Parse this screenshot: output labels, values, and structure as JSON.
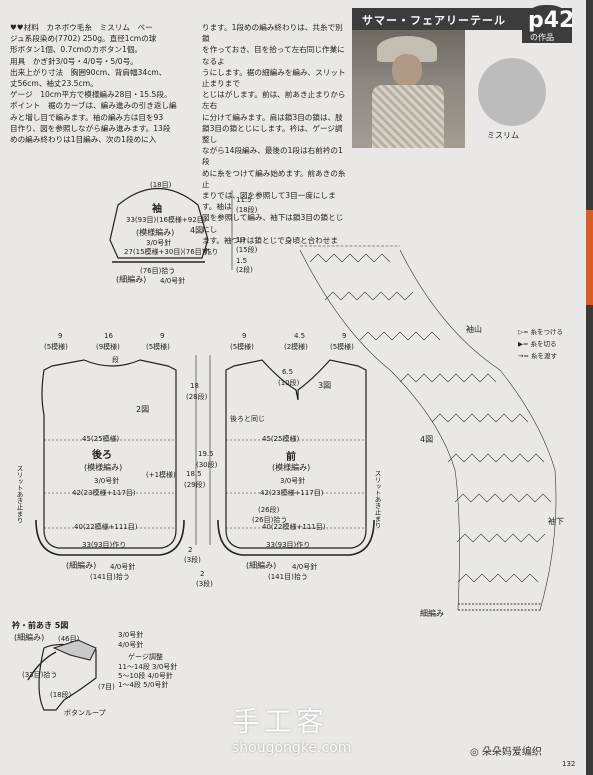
{
  "header": {
    "title": "サマー・フェアリーテール",
    "page_ref": "p42",
    "page_ref_suffix": "の作品"
  },
  "swatch_label": "ミスリム",
  "materials": [
    "♥♥材料　カネボウ毛糸　ミスリム　ベー",
    "ジュ系段染め(7702) 250g。直径1cmの球",
    "形ボタン1個、0.7cmのカボタン1個。",
    "用具　かぎ針3/0号・4/0号・5/0号。",
    "出来上がり寸法　胸囲90cm、背肩幅34cm、",
    "丈56cm、袖丈23.5cm。",
    "ゲージ　10cm平方で模様編み28目・15.5段。",
    "ポイント　裾のカーブは、編み進みの引き返し編",
    "みと増し目で編みます。袖の編み方は目を93",
    "目作り、図を参照しながら編み進みます。13段",
    "めの編み終わりは1目編み、次の1段めに入"
  ],
  "instructions": [
    "ります。1段めの編み終わりは、共糸で別鎖",
    "を作っておき、目を拾って左右同じ作業になるよ",
    "うにします。裾の細編みを編み、スリット止まりまで",
    "とじはがします。前は、前あき止まりから左右",
    "に分けて編みます。肩は鎖3目の鎖は、肢",
    "鎖3目の鎖とじにします。衿は、ゲージ調整し",
    "ながら14段編み、最後の1段は右前衿の1段",
    "めに糸をつけて編み始めます。前あきの糸止",
    "まりでは、図を参照して3目一度にします。袖は",
    "図を参照して編み、袖下は鎖3目の鎖とじにし",
    "ます。袖つけは鎖とじで身頃と合わせます。"
  ],
  "sleeve": {
    "title": "袖",
    "pattern": "(模様編み)",
    "needle": "3/0号針",
    "hem": "(細編み)",
    "hem_needle": "4/0号針",
    "fig": "4図",
    "top": "(18目)",
    "width1": "33(93目)(16模様+92目)",
    "width2": "27(15模様+30目)(76目)作り",
    "sleeve_hem": "(76目)拾う",
    "cap": "11.5",
    "cap_rows": "(18段)",
    "body": "10",
    "body_rows": "(15段)",
    "hem_h": "1.5",
    "hem_rows": "(2段)"
  },
  "back": {
    "title": "後ろ",
    "pattern": "(模様編み)",
    "needle": "3/0号針",
    "hem": "(細編み)",
    "hem_needle": "4/0号針",
    "hem_count": "(141目)拾う",
    "fig": "2図",
    "top_left": "9",
    "top_mid": "16",
    "top_right": "9",
    "top_mid_sub": "(9模様)",
    "shoulder_sub": "(5模様)",
    "chest": "45(25模様)",
    "waist": "42(23模様+117目)",
    "lower": "40(22模様+111目)",
    "bottom": "33(93目)作り",
    "plus_mark": "(+1模様)",
    "slit_label": "スリットあき止まり",
    "h1": "18",
    "h1_rows": "(28段)",
    "h2": "18.5",
    "h2_rows": "(29段)",
    "hem_h": "2",
    "hem_rows": "(3段)",
    "row_mark": "段"
  },
  "front": {
    "title": "前",
    "pattern": "(模様編み)",
    "needle": "3/0号針",
    "hem": "(細編み)",
    "hem_needle": "4/0号針",
    "hem_count": "(141目)拾う",
    "fig": "3図",
    "top_left": "9",
    "top_mid": "4.5",
    "top_right": "9",
    "top_sub": "(5模様)",
    "top_mid_sub": "(2模様)",
    "chest": "45(25模様)",
    "waist": "42(23模様+117目)",
    "lower": "40(22模様+111目)",
    "bottom": "33(93目)作り",
    "neck_h": "6.5",
    "neck_rows": "(10段)",
    "same_as_back": "後ろと同じ",
    "slit_label": "スリットあき止まり",
    "rows_26": "(26段)",
    "pick_26": "(26目)拾う",
    "h1": "19.5",
    "h1_rows": "(30段)",
    "hem_h": "2",
    "hem_rows": "(3段)"
  },
  "collar": {
    "title": "衿・前あき 5図",
    "hem": "(細編み)",
    "count": "(46目)",
    "needle1": "3/0号針",
    "needle2": "4/0号針",
    "gauge": "ゲージ調整",
    "row_a": "11〜14段 3/0号針",
    "row_b": "5〜10段 4/0号針",
    "row_c": "1〜4段 5/0号針",
    "button_loop": "ボタンループ",
    "pick": "(33目)拾う",
    "side": "(18段)",
    "small": "(7目)"
  },
  "chart": {
    "fig": "4図",
    "sleeve_cap": "袖山",
    "sleeve_under": "袖下",
    "hem": "細編み"
  },
  "legend": [
    "= 糸をつける",
    "= 糸を切る",
    "= 糸を渡す"
  ],
  "watermark": "手工客",
  "watermark_url": "shougongke.com",
  "wechat": "朵朵妈爱编织",
  "page_number": "132"
}
